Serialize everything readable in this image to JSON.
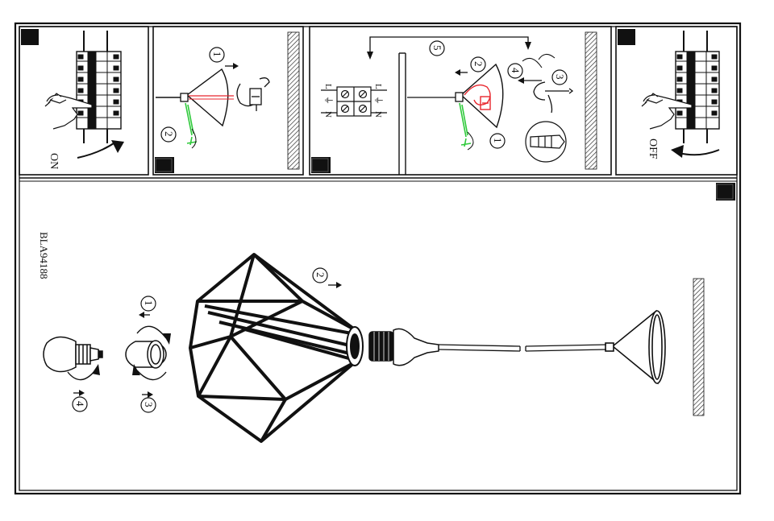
{
  "model_code": "BLA94188",
  "switch_on_label": "ON",
  "switch_off_label": "OFF",
  "wiring": {
    "live": "L",
    "neutral": "N",
    "earth_symbol": "⏚"
  },
  "step_numbers": {
    "one": "1",
    "two": "2",
    "three": "3",
    "four": "4",
    "five": "5"
  },
  "colors": {
    "line": "#111111",
    "wire_red": "#e8262d",
    "wire_green": "#2ec93a",
    "panel_bg": "#ffffff"
  }
}
